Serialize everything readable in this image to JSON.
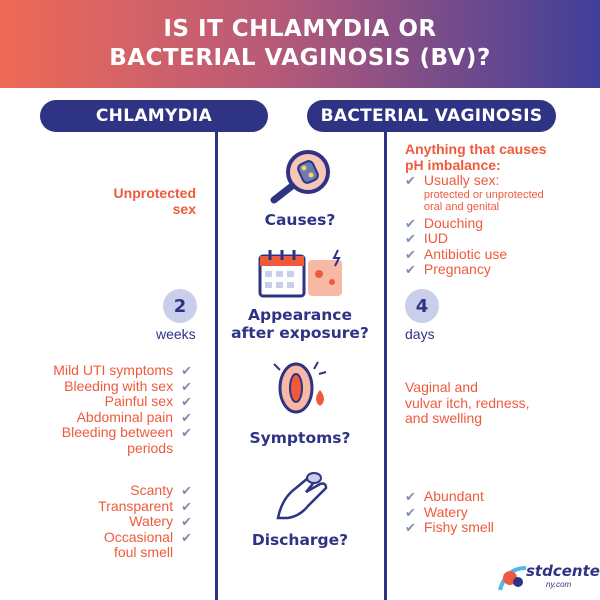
{
  "header": {
    "line1": "IS IT CHLAMYDIA OR",
    "line2": "BACTERIAL VAGINOSIS (BV)?"
  },
  "columns": {
    "left": "CHLAMYDIA",
    "right": "BACTERIAL VAGINOSIS"
  },
  "topics": {
    "causes": "Causes?",
    "appearance_1": "Appearance",
    "appearance_2": "after exposure?",
    "symptoms": "Symptoms?",
    "discharge": "Discharge?"
  },
  "chlamydia": {
    "causes_1": "Unprotected",
    "causes_2": "sex",
    "appearance_value": "2",
    "appearance_unit": "weeks",
    "symptoms": [
      "Mild UTI symptoms",
      "Bleeding with sex",
      "Painful sex",
      "Abdominal pain",
      "Bleeding between"
    ],
    "symptoms_cont": "periods",
    "discharge": [
      "Scanty",
      "Transparent",
      "Watery",
      "Occasional"
    ],
    "discharge_cont": "foul smell"
  },
  "bv": {
    "causes_head_1": "Anything that causes",
    "causes_head_2": "pH imbalance:",
    "usually_sex": "Usually sex:",
    "usually_sex_sub_1": "protected or unprotected",
    "usually_sex_sub_2": "oral and genital",
    "causes": [
      "Douching",
      "IUD",
      "Antibiotic use",
      "Pregnancy"
    ],
    "appearance_value": "4",
    "appearance_unit": "days",
    "symptoms_1": "Vaginal and",
    "symptoms_2": "vulvar itch, redness,",
    "symptoms_3": "and swelling",
    "discharge": [
      "Abundant",
      "Watery",
      "Fishy smell"
    ]
  },
  "logo": {
    "name": "stdcenter",
    "sub": "ny.com"
  },
  "icons": {
    "check": "✔",
    "accent": "#ef5a3c",
    "navy": "#2f3384"
  }
}
